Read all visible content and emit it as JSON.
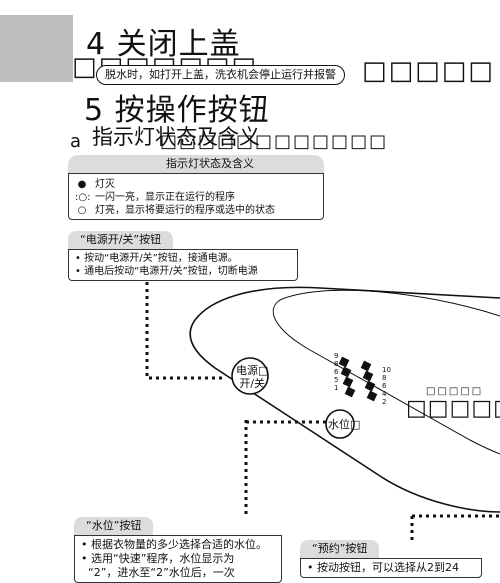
{
  "section4": {
    "heading": "4 关闭上盖",
    "heading_boxes": "□□□□□□□",
    "note_pill": "脱水时，如打开上盖，洗衣机会停止运行并报警",
    "note_boxes": "□□□□□"
  },
  "section5": {
    "heading": "5  按操作按钮",
    "sub_letter": "a",
    "sub_heading": "指示灯状态及含义",
    "sub_boxes": "□□□□□□□□□□□□"
  },
  "indicator_box": {
    "title": "指示灯状态及含义",
    "rows": [
      {
        "symbol": "●",
        "text": "灯灭"
      },
      {
        "symbol": ":○:",
        "text": "一闪一亮，显示正在运行的程序"
      },
      {
        "symbol": "○",
        "text": "灯亮，显示将要运行的程序或选中的状态"
      }
    ]
  },
  "power_box": {
    "title": "“电源开/关”按钮",
    "lines": [
      "按动“电源开/关”按钮，接通电源。",
      "通电后按动“电源开/关”按钮，切断电源"
    ]
  },
  "panel": {
    "power_button_label_1": "电源□",
    "power_button_label_2": "开/关",
    "water_button_label": "水位□",
    "scale_left": [
      "9",
      "8",
      "6",
      "5",
      "1"
    ],
    "scale_right": [
      "10",
      "8",
      "6",
      "4",
      "2"
    ],
    "small_boxes": "□□□□□",
    "big_boxes": "□□□□□"
  },
  "water_box": {
    "title": "“水位”按钮",
    "lines": [
      "根据衣物量的多少选择合适的水位。",
      "选用“快速”程序，水位显示为",
      "“2”，进水至“2”水位后，一次"
    ]
  },
  "reserve_box": {
    "title": "“预约”按钮",
    "lines": [
      "按动按钮，可以选择从2到24"
    ]
  }
}
